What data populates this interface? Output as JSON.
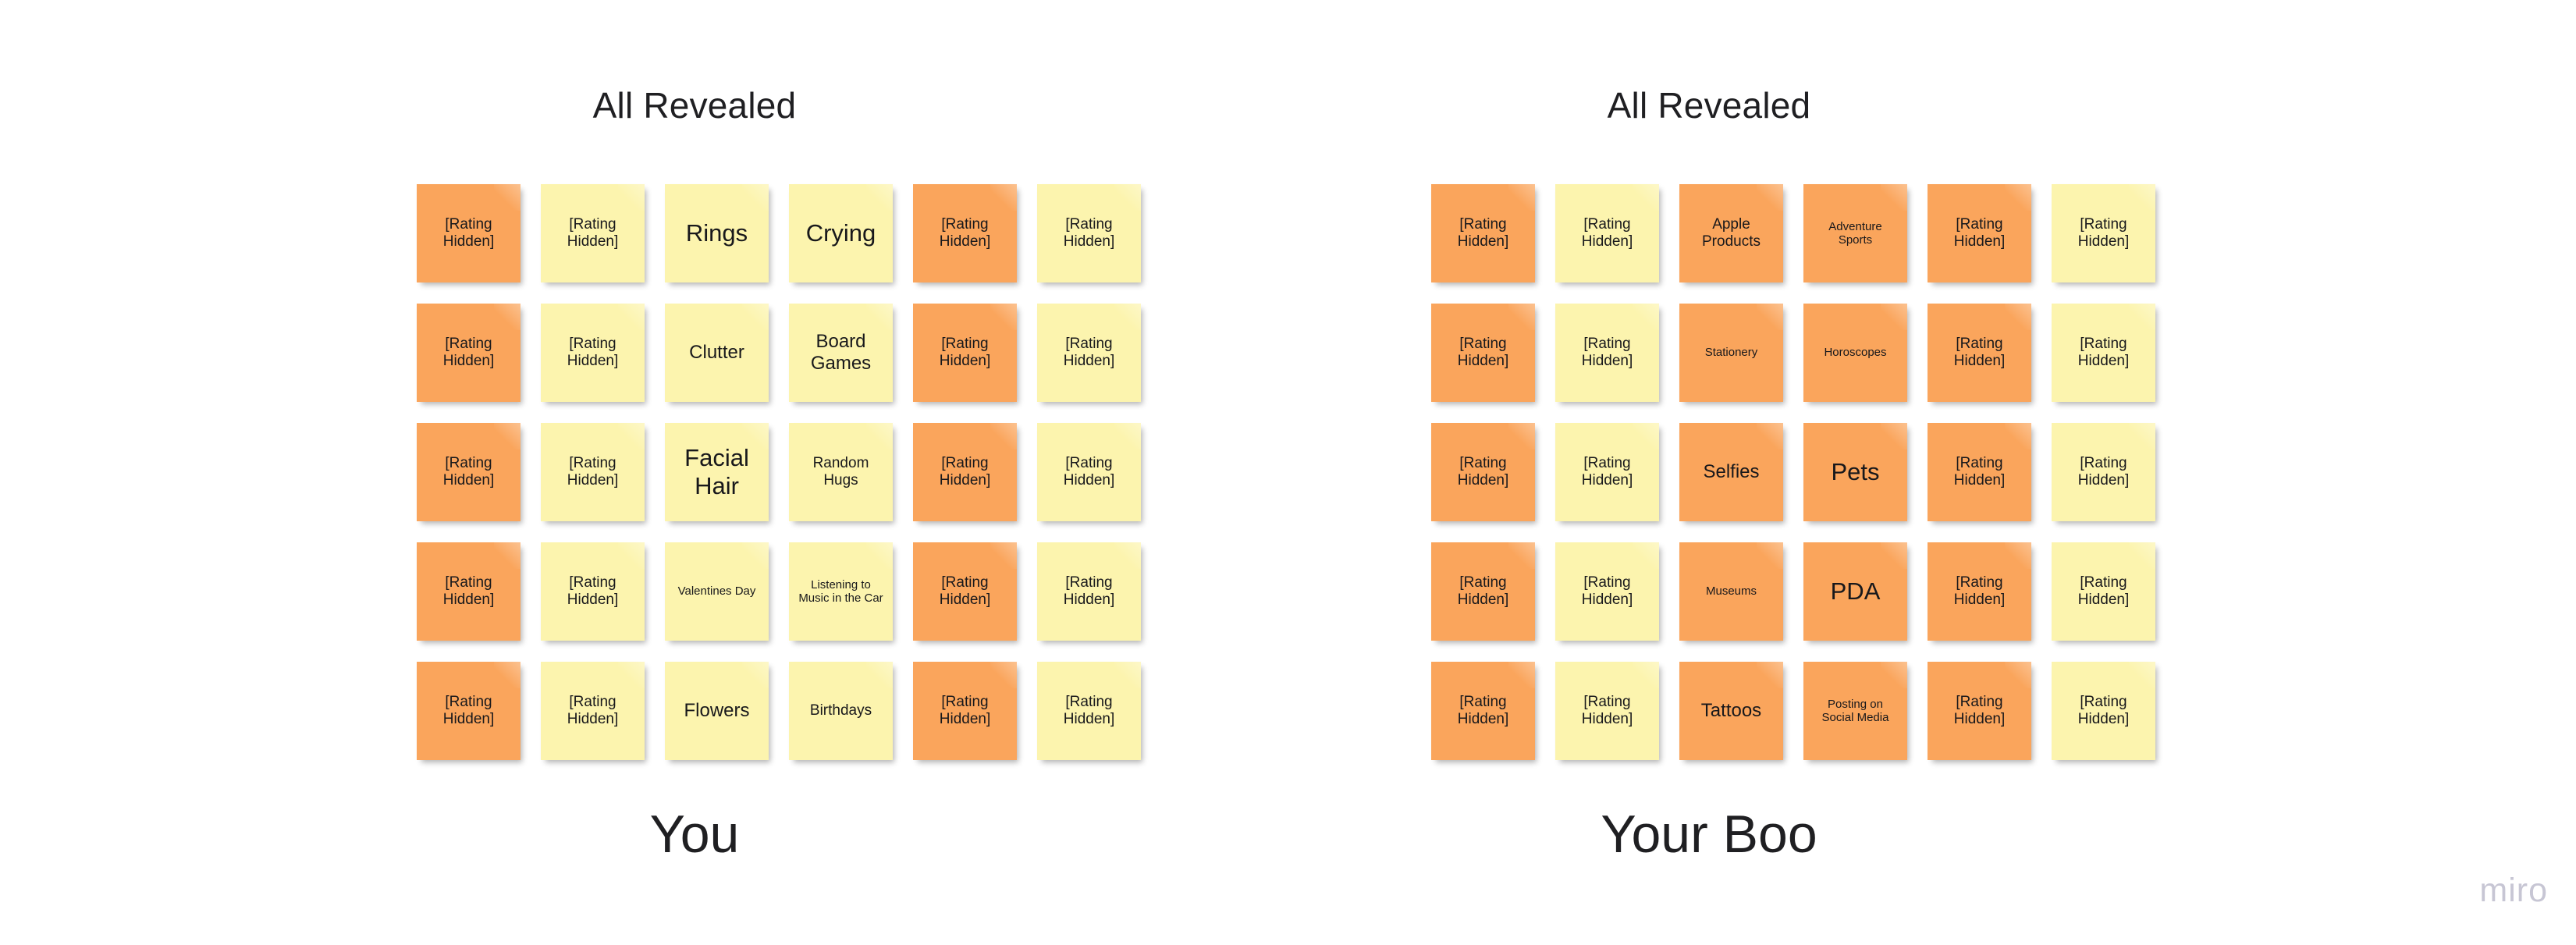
{
  "board": {
    "background_color": "#ffffff",
    "watermark": "miro"
  },
  "colors": {
    "note_orange": "#faa55c",
    "note_yellow": "#fcf4ae",
    "text": "#18181b",
    "heading": "#1f1f22",
    "watermark": "#c7c6d4"
  },
  "panels": [
    {
      "id": "you",
      "title": "All Revealed",
      "footer": "You",
      "columns": 6,
      "rows": 5,
      "notes": [
        {
          "text": "[Rating Hidden]",
          "color": "orange",
          "size": "sz-hidden",
          "hidden": true
        },
        {
          "text": "[Rating Hidden]",
          "color": "yellow",
          "size": "sz-hidden",
          "hidden": true
        },
        {
          "text": "Rings",
          "color": "yellow",
          "size": "sz-xl",
          "hidden": false
        },
        {
          "text": "Crying",
          "color": "yellow",
          "size": "sz-xl",
          "hidden": false
        },
        {
          "text": "[Rating Hidden]",
          "color": "orange",
          "size": "sz-hidden",
          "hidden": true
        },
        {
          "text": "[Rating Hidden]",
          "color": "yellow",
          "size": "sz-hidden",
          "hidden": true
        },
        {
          "text": "[Rating Hidden]",
          "color": "orange",
          "size": "sz-hidden",
          "hidden": true
        },
        {
          "text": "[Rating Hidden]",
          "color": "yellow",
          "size": "sz-hidden",
          "hidden": true
        },
        {
          "text": "Clutter",
          "color": "yellow",
          "size": "sz-lg",
          "hidden": false
        },
        {
          "text": "Board Games",
          "color": "yellow",
          "size": "sz-lg",
          "hidden": false
        },
        {
          "text": "[Rating Hidden]",
          "color": "orange",
          "size": "sz-hidden",
          "hidden": true
        },
        {
          "text": "[Rating Hidden]",
          "color": "yellow",
          "size": "sz-hidden",
          "hidden": true
        },
        {
          "text": "[Rating Hidden]",
          "color": "orange",
          "size": "sz-hidden",
          "hidden": true
        },
        {
          "text": "[Rating Hidden]",
          "color": "yellow",
          "size": "sz-hidden",
          "hidden": true
        },
        {
          "text": "Facial Hair",
          "color": "yellow",
          "size": "sz-xl",
          "hidden": false
        },
        {
          "text": "Random Hugs",
          "color": "yellow",
          "size": "sz-md",
          "hidden": false
        },
        {
          "text": "[Rating Hidden]",
          "color": "orange",
          "size": "sz-hidden",
          "hidden": true
        },
        {
          "text": "[Rating Hidden]",
          "color": "yellow",
          "size": "sz-hidden",
          "hidden": true
        },
        {
          "text": "[Rating Hidden]",
          "color": "orange",
          "size": "sz-hidden",
          "hidden": true
        },
        {
          "text": "[Rating Hidden]",
          "color": "yellow",
          "size": "sz-hidden",
          "hidden": true
        },
        {
          "text": "Valentines Day",
          "color": "yellow",
          "size": "sz-sm",
          "hidden": false
        },
        {
          "text": "Listening to Music in the Car",
          "color": "yellow",
          "size": "sz-sm",
          "hidden": false
        },
        {
          "text": "[Rating Hidden]",
          "color": "orange",
          "size": "sz-hidden",
          "hidden": true
        },
        {
          "text": "[Rating Hidden]",
          "color": "yellow",
          "size": "sz-hidden",
          "hidden": true
        },
        {
          "text": "[Rating Hidden]",
          "color": "orange",
          "size": "sz-hidden",
          "hidden": true
        },
        {
          "text": "[Rating Hidden]",
          "color": "yellow",
          "size": "sz-hidden",
          "hidden": true
        },
        {
          "text": "Flowers",
          "color": "yellow",
          "size": "sz-lg",
          "hidden": false
        },
        {
          "text": "Birthdays",
          "color": "yellow",
          "size": "sz-md",
          "hidden": false
        },
        {
          "text": "[Rating Hidden]",
          "color": "orange",
          "size": "sz-hidden",
          "hidden": true
        },
        {
          "text": "[Rating Hidden]",
          "color": "yellow",
          "size": "sz-hidden",
          "hidden": true
        }
      ]
    },
    {
      "id": "your-boo",
      "title": "All Revealed",
      "footer": "Your Boo",
      "columns": 6,
      "rows": 5,
      "notes": [
        {
          "text": "[Rating Hidden]",
          "color": "orange",
          "size": "sz-hidden",
          "hidden": true
        },
        {
          "text": "[Rating Hidden]",
          "color": "yellow",
          "size": "sz-hidden",
          "hidden": true
        },
        {
          "text": "Apple Products",
          "color": "orange",
          "size": "sz-md",
          "hidden": false
        },
        {
          "text": "Adventure Sports",
          "color": "orange",
          "size": "sz-sm",
          "hidden": false
        },
        {
          "text": "[Rating Hidden]",
          "color": "orange",
          "size": "sz-hidden",
          "hidden": true
        },
        {
          "text": "[Rating Hidden]",
          "color": "yellow",
          "size": "sz-hidden",
          "hidden": true
        },
        {
          "text": "[Rating Hidden]",
          "color": "orange",
          "size": "sz-hidden",
          "hidden": true
        },
        {
          "text": "[Rating Hidden]",
          "color": "yellow",
          "size": "sz-hidden",
          "hidden": true
        },
        {
          "text": "Stationery",
          "color": "orange",
          "size": "sz-sm",
          "hidden": false
        },
        {
          "text": "Horoscopes",
          "color": "orange",
          "size": "sz-sm",
          "hidden": false
        },
        {
          "text": "[Rating Hidden]",
          "color": "orange",
          "size": "sz-hidden",
          "hidden": true
        },
        {
          "text": "[Rating Hidden]",
          "color": "yellow",
          "size": "sz-hidden",
          "hidden": true
        },
        {
          "text": "[Rating Hidden]",
          "color": "orange",
          "size": "sz-hidden",
          "hidden": true
        },
        {
          "text": "[Rating Hidden]",
          "color": "yellow",
          "size": "sz-hidden",
          "hidden": true
        },
        {
          "text": "Selfies",
          "color": "orange",
          "size": "sz-lg",
          "hidden": false
        },
        {
          "text": "Pets",
          "color": "orange",
          "size": "sz-xl",
          "hidden": false
        },
        {
          "text": "[Rating Hidden]",
          "color": "orange",
          "size": "sz-hidden",
          "hidden": true
        },
        {
          "text": "[Rating Hidden]",
          "color": "yellow",
          "size": "sz-hidden",
          "hidden": true
        },
        {
          "text": "[Rating Hidden]",
          "color": "orange",
          "size": "sz-hidden",
          "hidden": true
        },
        {
          "text": "[Rating Hidden]",
          "color": "yellow",
          "size": "sz-hidden",
          "hidden": true
        },
        {
          "text": "Museums",
          "color": "orange",
          "size": "sz-sm",
          "hidden": false
        },
        {
          "text": "PDA",
          "color": "orange",
          "size": "sz-xl",
          "hidden": false
        },
        {
          "text": "[Rating Hidden]",
          "color": "orange",
          "size": "sz-hidden",
          "hidden": true
        },
        {
          "text": "[Rating Hidden]",
          "color": "yellow",
          "size": "sz-hidden",
          "hidden": true
        },
        {
          "text": "[Rating Hidden]",
          "color": "orange",
          "size": "sz-hidden",
          "hidden": true
        },
        {
          "text": "[Rating Hidden]",
          "color": "yellow",
          "size": "sz-hidden",
          "hidden": true
        },
        {
          "text": "Tattoos",
          "color": "orange",
          "size": "sz-lg",
          "hidden": false
        },
        {
          "text": "Posting on Social Media",
          "color": "orange",
          "size": "sz-sm",
          "hidden": false
        },
        {
          "text": "[Rating Hidden]",
          "color": "orange",
          "size": "sz-hidden",
          "hidden": true
        },
        {
          "text": "[Rating Hidden]",
          "color": "yellow",
          "size": "sz-hidden",
          "hidden": true
        }
      ]
    }
  ]
}
